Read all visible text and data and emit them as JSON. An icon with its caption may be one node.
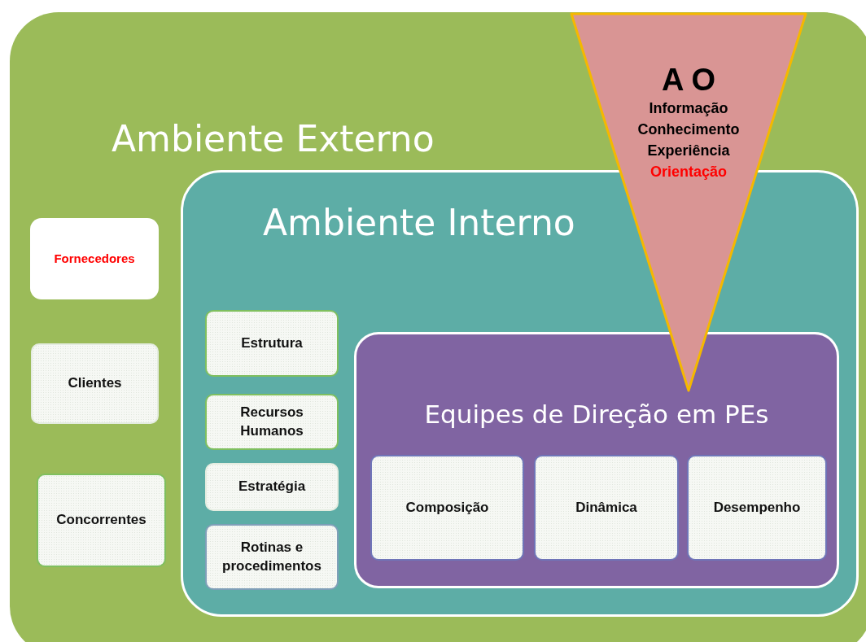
{
  "diagram": {
    "nodes": [
      {
        "text": [
          "Ambiente Externo"
        ]
      },
      {
        "text": [
          "Fornecedores"
        ],
        "in": 0
      },
      {
        "text": [
          "Clientes"
        ],
        "in": 0
      },
      {
        "text": [
          "Concorrentes"
        ],
        "in": 0
      },
      {
        "text": [
          "Ambiente Interno"
        ],
        "in": 0
      },
      {
        "text": [
          "Estrutura"
        ],
        "in": 4
      },
      {
        "text": [
          "Recursos Humanos"
        ],
        "in": 4
      },
      {
        "text": [
          "Estratégia"
        ],
        "in": 4
      },
      {
        "text": [
          "Rotinas e procedimentos"
        ],
        "in": 4
      },
      {
        "text": [
          "Equipes de Direção em PEs"
        ],
        "in": 4
      },
      {
        "text": [
          "Composição"
        ],
        "in": 9
      },
      {
        "text": [
          "Dinâmica"
        ],
        "in": 9
      },
      {
        "text": [
          "Desempenho"
        ],
        "in": 9
      },
      {
        "text": [
          "A O",
          "Informação Conhecimento Experiência",
          "Orientação"
        ],
        "in": 0
      }
    ]
  }
}
